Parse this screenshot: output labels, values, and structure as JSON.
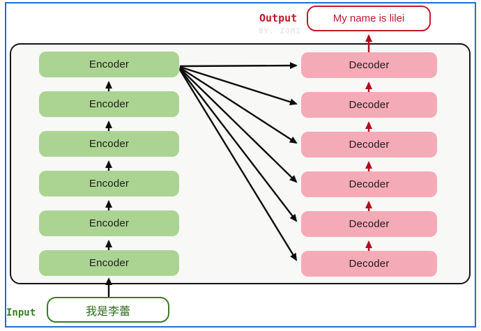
{
  "title": "Transformer encoder-decoder stack diagram",
  "diagram": {
    "encoders": [
      "Encoder",
      "Encoder",
      "Encoder",
      "Encoder",
      "Encoder",
      "Encoder"
    ],
    "decoders": [
      "Decoder",
      "Decoder",
      "Decoder",
      "Decoder",
      "Decoder",
      "Decoder"
    ]
  },
  "output": {
    "label": "Output",
    "text": "My name is lilei"
  },
  "input": {
    "label": "Input",
    "text": "我是李蕾"
  },
  "watermark": "BY: ZOMI",
  "colors": {
    "encoder_fill": "#abd492",
    "decoder_fill": "#f5aab7",
    "red": "#c0182b",
    "dark_red": "#ae0d1e",
    "green": "#3b7d23",
    "green_text": "#2e6a18",
    "blue_border": "#1d6fd1",
    "panel_bg": "#f8f8f6",
    "panel_border": "#161616"
  }
}
